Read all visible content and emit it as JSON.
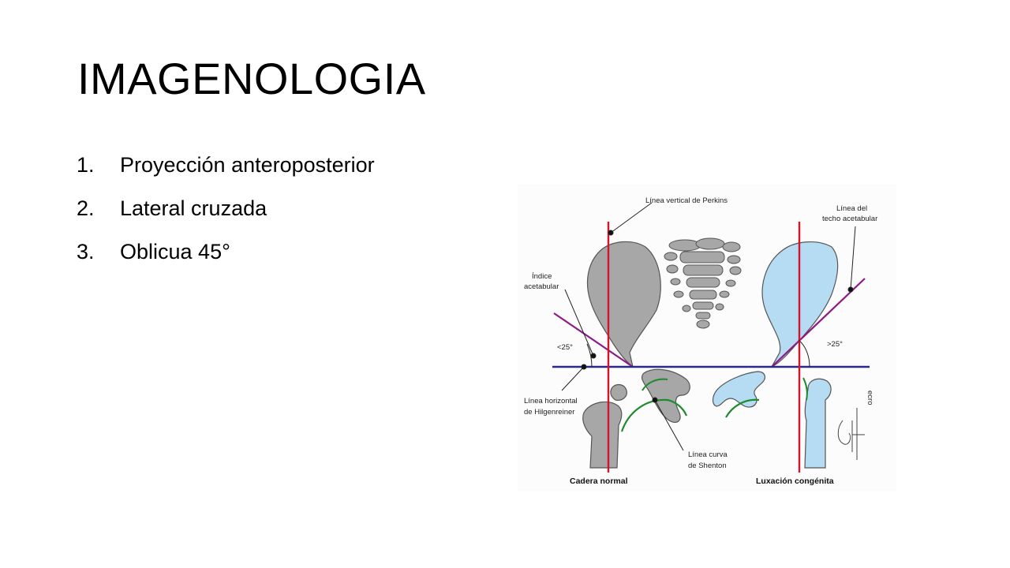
{
  "slide": {
    "title": "IMAGENOLOGIA",
    "items": [
      {
        "num": "1.",
        "text": "Proyección anteroposterior"
      },
      {
        "num": "2.",
        "text": "Lateral cruzada"
      },
      {
        "num": "3.",
        "text": "Oblicua 45°"
      }
    ]
  },
  "figure": {
    "labels": {
      "perkins": "Línea vertical de Perkins",
      "techo_1": "Línea del",
      "techo_2": "techo acetabular",
      "indice_1": "Índice",
      "indice_2": "acetabular",
      "angle_normal": "<25°",
      "angle_luxacion": ">25°",
      "hilgenreiner_1": "Línea horizontal",
      "hilgenreiner_2": "de Hilgenreiner",
      "shenton_1": "Línea curva",
      "shenton_2": "de Shenton",
      "caption_normal": "Cadera normal",
      "caption_luxacion": "Luxación congénita",
      "signature": "ecro"
    },
    "colors": {
      "normal_bone": "#a7a7a7",
      "luxation_bone": "#b5dcf3",
      "vertical_line": "#d3142c",
      "horizontal_line": "#2b2a8c",
      "acetabular_line": "#8e1a86",
      "shenton_curve": "#1f8a2e"
    }
  }
}
